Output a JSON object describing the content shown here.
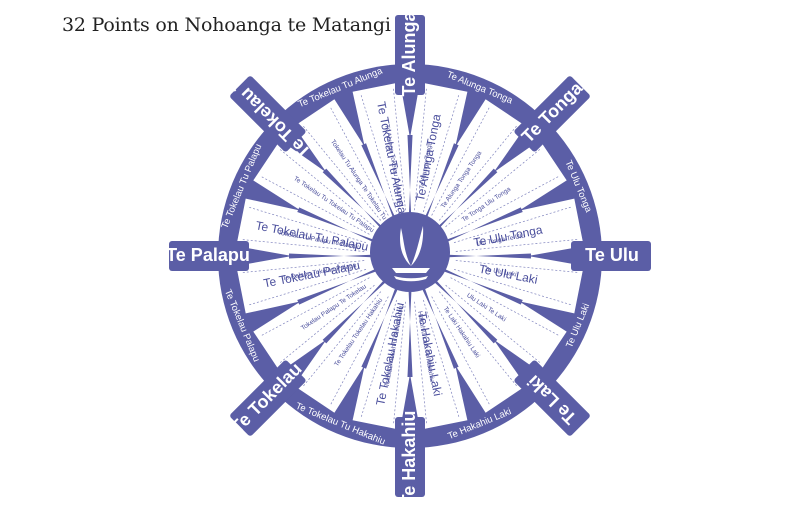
{
  "title": "32 Points on Nohoanga te Matangi",
  "colors": {
    "ring": "#5b5ea6",
    "panel": "#ffffff",
    "text_inner": "#4a4e9c"
  },
  "center_icon": "sail-canoe-icon",
  "majors": [
    {
      "label": "Te Alunga",
      "angle": 0
    },
    {
      "label": "Te Tonga",
      "angle": 45
    },
    {
      "label": "Te Ulu",
      "angle": 90
    },
    {
      "label": "Te Laki",
      "angle": 135
    },
    {
      "label": "Te Hakahiu",
      "angle": 180
    },
    {
      "label": "Te Tokelau",
      "angle": 225
    },
    {
      "label": "Te Palapu",
      "angle": 270
    },
    {
      "label": "Te Tokelau Tu",
      "angle": 315
    }
  ],
  "mids": [
    {
      "label": "Te Alunga Tonga",
      "angle": 22.5
    },
    {
      "label": "Te Ulu Tonga",
      "angle": 67.5
    },
    {
      "label": "Te Ulu Laki",
      "angle": 112.5
    },
    {
      "label": "Te Hakahiu Laki",
      "angle": 157.5
    },
    {
      "label": "Te Tokelau Tu Hakahiu",
      "angle": 202.5
    },
    {
      "label": "Te Tokelau Palapu",
      "angle": 247.5
    },
    {
      "label": "Te Tokelau Tu Palapu",
      "angle": 292.5
    },
    {
      "label": "Te Tokelau Tu Alunga",
      "angle": 337.5
    }
  ],
  "inner_big": [
    {
      "label": "Te Alunga Tonga",
      "angle": 11
    },
    {
      "label": "Te Ulu Tonga",
      "angle": 79
    },
    {
      "label": "Te Ulu Laki",
      "angle": 101
    },
    {
      "label": "Te Hakahiu Laki",
      "angle": 169
    },
    {
      "label": "Te Tokelau Hakahiu",
      "angle": 191
    },
    {
      "label": "Te Tokelau Palapu",
      "angle": 259
    },
    {
      "label": "Te Tokelau Tu Palapu",
      "angle": 281
    },
    {
      "label": "Te Tokelau Tu Alunga",
      "angle": 349
    }
  ],
  "inner_small": [
    {
      "label": "Te Alunga Tonga",
      "angle": 5
    },
    {
      "label": "Te Alunga Tonga Tonga",
      "angle": 17
    },
    {
      "label": "Te Tonga Ulu Tonga",
      "angle": 28
    },
    {
      "label": "Ulu Tonga Te Ulu",
      "angle": 40
    },
    {
      "label": "Te Ulu Laki",
      "angle": 50
    },
    {
      "label": "Ulu Laki Te Laki",
      "angle": 62
    },
    {
      "label": "Te Laki Hakahiu Laki",
      "angle": 73
    },
    {
      "label": "Hakahiu Laki Te Hakahiu",
      "angle": 85
    },
    {
      "label": "Tokelau Hakahiu Te Hakahiu",
      "angle": 95
    },
    {
      "label": "Te Tokelau Tokelau Hakahiu",
      "angle": 107
    },
    {
      "label": "Tokelau Palapu Te Tokelau",
      "angle": 118
    },
    {
      "label": "Te Palapu Tokelau Palapu",
      "angle": 130
    },
    {
      "label": "Tokelau Tu Palapu Te Palapu",
      "angle": 140
    },
    {
      "label": "Te Tokelau Tu Tokelau Tu Palapu",
      "angle": 152
    },
    {
      "label": "Tokelau Tu Alunga Te Tokelau Tu",
      "angle": 163
    },
    {
      "label": "Te Alunga Tokelau Tu Alunga",
      "angle": 175
    }
  ]
}
